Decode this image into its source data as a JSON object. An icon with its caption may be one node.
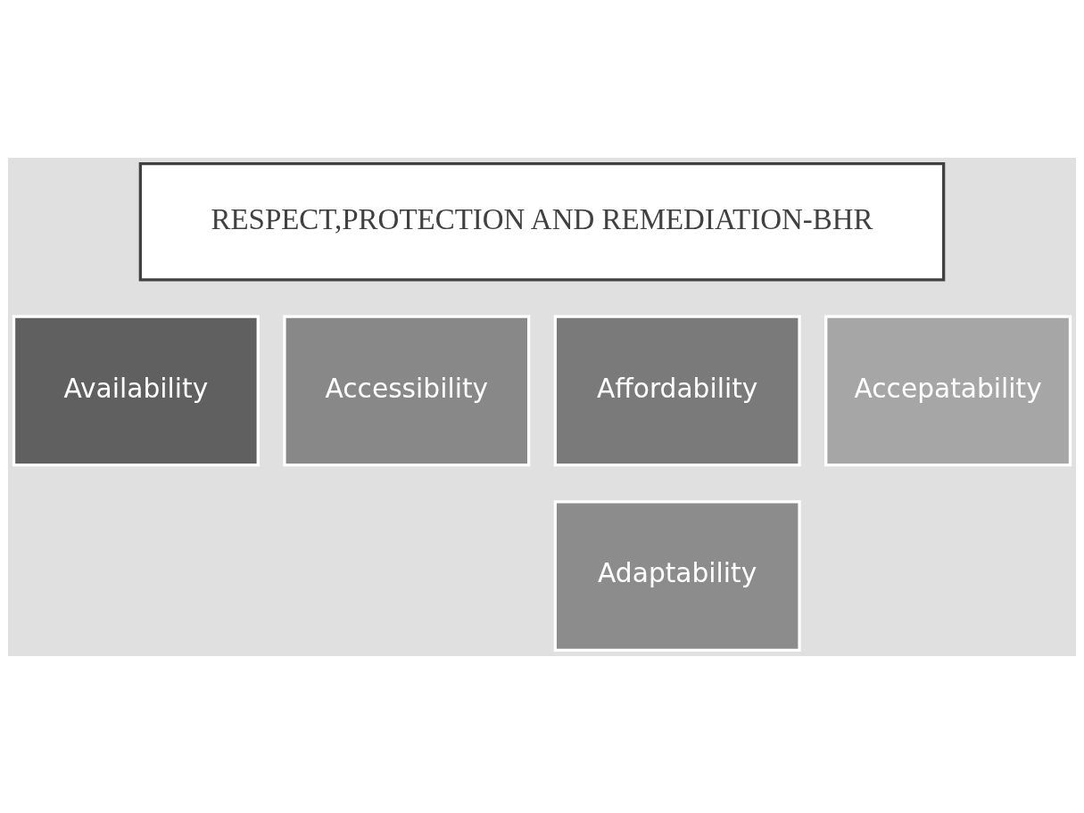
{
  "diagram": {
    "nodes": [
      {
        "text": [
          "RESPECT,PROTECTION AND REMEDIATION-BHR"
        ]
      },
      {
        "text": [
          "Availability"
        ]
      },
      {
        "text": [
          "Accessibility"
        ]
      },
      {
        "text": [
          "Affordability"
        ]
      },
      {
        "text": [
          "Accepatability"
        ]
      },
      {
        "text": [
          "Adaptability"
        ]
      }
    ],
    "edges": []
  }
}
